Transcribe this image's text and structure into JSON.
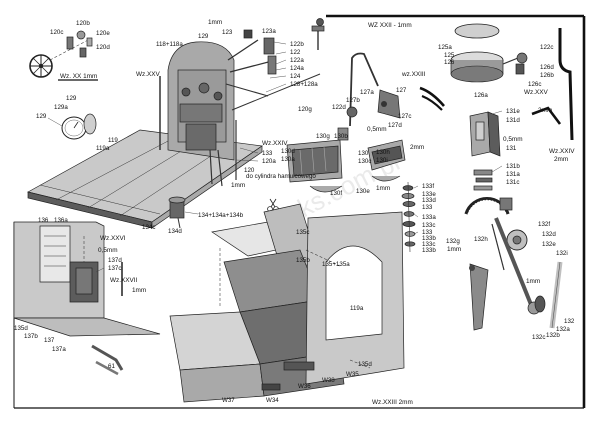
{
  "assembly_labels": {
    "wz_xxii": "WZ XXII - 1mm",
    "wz_xx": "Wz. XX   1mm",
    "wz_xxv_left": "Wz.XXV",
    "wz_xxiv_center": "Wz.XXIV",
    "wz_xxiii_mid": "wz.XXIII",
    "wz_xxv_right": "Wz.XXV",
    "wz_xxiv_right": "Wz.XXIV",
    "wz_xxvi": "Wz.XXVI",
    "wz_xxvii": "Wz.XXVII",
    "wz_xxiii_bottom": "Wz.XXIII  2mm",
    "mm_2_right": "2mm",
    "mm_2_cab": "2mm",
    "mm_2_wz25": "2mm",
    "mm_1_cab": "1mm",
    "mm_1_top": "1mm",
    "mm_1_boiler": "1mm",
    "mm_1_wz27": "1mm",
    "mm_1_lever": "1mm",
    "mm_1_rod": "1mm",
    "mm_05_wz26": "0,5mm",
    "mm_05_127": "0,5mm",
    "mm_05_131": "0,5mm",
    "do_cylindra": "do cylindra hamulcowego"
  },
  "part_labels": {
    "p120c": "120c",
    "p120b": "120b",
    "p120e": "120e",
    "p120d": "120d",
    "p129_top": "129",
    "p118": "118+118a",
    "p123": "123",
    "p123a": "123a",
    "p122b": "122b",
    "p122": "122",
    "p122a": "122a",
    "p124a": "124a",
    "p124": "124",
    "p128": "128+128a",
    "p120g": "120g",
    "p129_left": "129",
    "p129a": "129a",
    "p129_lower": "129",
    "p119": "119",
    "p119a": "119a",
    "p133": "133",
    "p120a": "120a",
    "p120": "120",
    "p134": "134+134a+134b",
    "p134c": "134c",
    "p134d": "134d",
    "p130g": "130g",
    "p130b": "130b",
    "p130d": "130d",
    "p130a": "130a",
    "p130": "130",
    "p130c": "130c",
    "p130h": "130h",
    "p130i": "130i",
    "p130f": "130f",
    "p130e": "130e",
    "p125a": "125a",
    "p125": "125",
    "p126": "126",
    "p126a": "126a",
    "p122c": "122c",
    "p126d": "126d",
    "p126b": "126b",
    "p126c": "126c",
    "p127a": "127a",
    "p127b": "127b",
    "p127": "127",
    "p122d": "122d",
    "p127c": "127c",
    "p127d": "127d",
    "p131e": "131e",
    "p131d": "131d",
    "p131": "131",
    "p131b": "131b",
    "p131a": "131a",
    "p131c": "131c",
    "p133f": "133f",
    "p133e": "133e",
    "p133d": "133d",
    "p133_r": "133",
    "p133a": "133a",
    "p133c_top": "133c",
    "p133_r2": "133",
    "p133b": "133b",
    "p133c": "133c",
    "p133b_2": "133b",
    "p132f": "132f",
    "p132h": "132h",
    "p132g": "132g",
    "p132d": "132d",
    "p132e": "132e",
    "p132i": "132i",
    "p132": "132",
    "p132a": "132a",
    "p132b": "132b",
    "p132c": "132c",
    "p136": "136",
    "p136a": "136a",
    "p137d": "137d",
    "p137c": "137c",
    "p135d_left": "135d",
    "p137b": "137b",
    "p137": "137",
    "p137a": "137a",
    "p135c": "135c",
    "p135b": "135b",
    "p135_135a": "135+135a",
    "p119a_b": "119a",
    "p135d": "135d",
    "p61": "61",
    "w37": "W37",
    "w34": "W34",
    "w36": "W36",
    "w38": "W38",
    "w35": "W35"
  },
  "watermark": "maks.com.pl",
  "colors": {
    "line": "#222222",
    "plate": "#8e8e8e",
    "plate_light": "#c9c9c9",
    "plate_dark": "#5c5c5c"
  }
}
